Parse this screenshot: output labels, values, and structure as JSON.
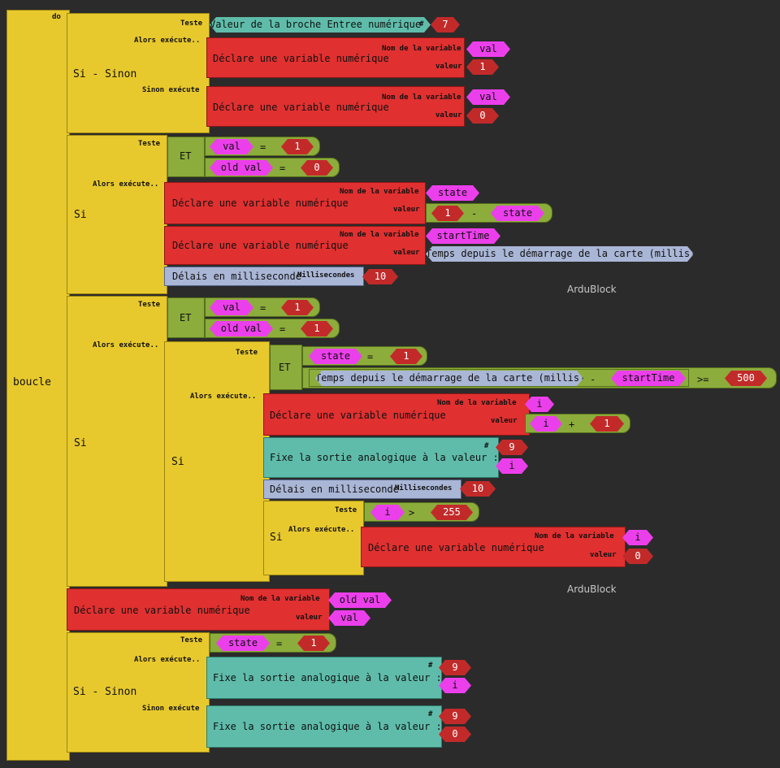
{
  "watermark": "ArduBlock",
  "loop": {
    "label": "boucle",
    "do": "do"
  },
  "labels": {
    "test": "Teste",
    "then": "Alors exécute..",
    "then_short": "Alors exécute..",
    "else": "Sinon exécute",
    "ifelse": "Si - Sinon",
    "if": "Si",
    "and": "ET",
    "declare": "Déclare une variable numérique",
    "var_name": "Nom de la variable",
    "value": "valeur",
    "analog_out": "Fixe la sortie analogique à la valeur :",
    "delay": "Délais en milliseconde",
    "ms": "Millisecondes",
    "pin_read": "Valeur de la broche Entree numérique",
    "millis": "Temps depuis le démarrage de la carte (millis)",
    "hash": "#"
  },
  "block1": {
    "pin": "7",
    "then_var": "val",
    "then_val": "1",
    "else_var": "val",
    "else_val": "0"
  },
  "block2": {
    "c1_var": "val",
    "c1_op": "=",
    "c1_val": "1",
    "c2_var": "old val",
    "c2_op": "=",
    "c2_val": "0",
    "decl1_var": "state",
    "decl1_left": "1",
    "decl1_op": "-",
    "decl1_right": "state",
    "decl2_var": "startTime",
    "delay_val": "10"
  },
  "block3": {
    "c1_var": "val",
    "c1_op": "=",
    "c1_val": "1",
    "c2_var": "old val",
    "c2_op": "=",
    "c2_val": "1",
    "inner": {
      "c1_var": "state",
      "c1_op": "=",
      "c1_val": "1",
      "minus": "-",
      "sub_var": "startTime",
      "cmp": ">=",
      "cmp_val": "500",
      "decl_var": "i",
      "decl_left": "i",
      "decl_op": "+",
      "decl_right": "1",
      "analog_pin": "9",
      "analog_val": "i",
      "delay_val": "10",
      "if_var": "i",
      "if_op": ">",
      "if_val": "255",
      "if_decl_var": "i",
      "if_decl_val": "0"
    }
  },
  "block4": {
    "var": "old val",
    "val": "val"
  },
  "block5": {
    "c_var": "state",
    "c_op": "=",
    "c_val": "1",
    "then_pin": "9",
    "then_val": "i",
    "else_pin": "9",
    "else_val": "0"
  }
}
